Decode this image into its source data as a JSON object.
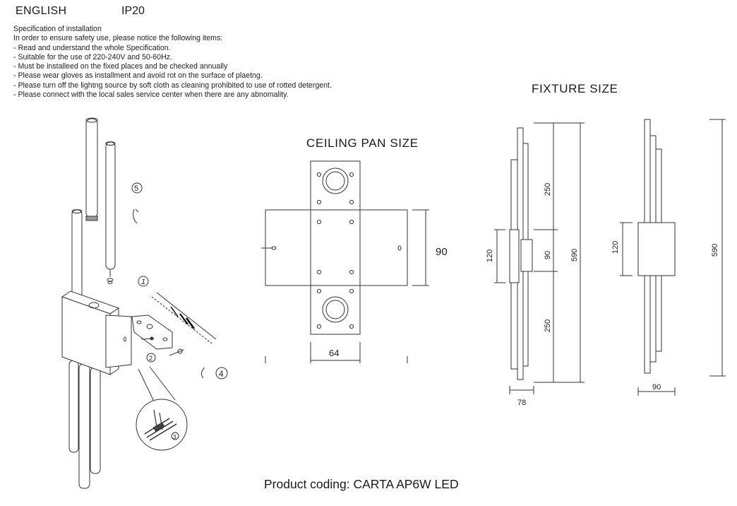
{
  "header": {
    "language": "ENGLISH",
    "ip_rating": "IP20"
  },
  "specification": {
    "title": "Specification of installation",
    "intro": "In order to ensure safety use, please notice the following items:",
    "items": [
      "- Read and understand the whole Specification.",
      "- Suitable for the use of 220-240V and 50-60Hz.",
      "- Must be installeed on the fixed places and be checked annually",
      "- Please wear gloves as installment and avoid rot on the surface of plaetng.",
      "- Please turn off the lightng source by soft cloth as cleaning prohibited to use of rotted detergent.",
      "- Please connect with the local sales service center when there are any abnomality."
    ]
  },
  "assembly": {
    "callouts": [
      "5",
      "1",
      "2",
      "4",
      "3"
    ]
  },
  "ceiling_pan": {
    "title": "CEILING PAN SIZE",
    "height_label": "90",
    "width_label": "64"
  },
  "fixture": {
    "title": "FIXTURE SIZE",
    "side": {
      "seg_top": "250",
      "seg_mid": "90",
      "seg_bottom": "250",
      "total": "590",
      "body": "120",
      "width": "78"
    },
    "front": {
      "body": "120",
      "total": "590",
      "width": "90"
    }
  },
  "footer": {
    "product_coding": "Product coding: CARTA AP6W LED"
  }
}
